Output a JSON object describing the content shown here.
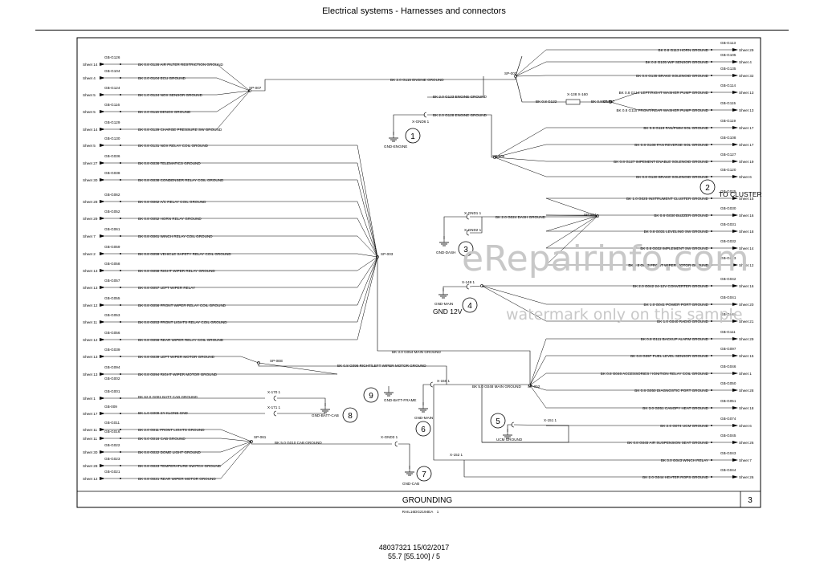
{
  "header": {
    "title": "Electrical systems - Harnesses and connectors"
  },
  "footer": {
    "doc_line": "48037321 15/02/2017",
    "page_line": "55.7 [55.100] / 5",
    "code": "RAIL16DG2194EA",
    "code_page": "1"
  },
  "title_block": {
    "title": "GROUNDING",
    "sheet": "3"
  },
  "watermark": {
    "line1": "eRepairinfo.com",
    "line2": "watermark only on this sample"
  },
  "splices": {
    "sp007": "SP-007",
    "sp002": "SP-002",
    "sp005": "SP-005",
    "sp003": "SP-003",
    "sp004": "SP-004",
    "sp067": "SP-067",
    "sp052": "SP-052",
    "sp0ee": "SP-0EE",
    "sp061": "SP-061"
  },
  "grounds": [
    {
      "num": "1",
      "label": "GND-ENGINE",
      "conn": "X-GND6 1"
    },
    {
      "num": "2",
      "label": "TO CLUSTER",
      "conn": ""
    },
    {
      "num": "3",
      "label": "GND-DASH",
      "conn": "X-GND1 1",
      "conn2": "X-GND2 1"
    },
    {
      "num": "4",
      "label": "GND-MAIN",
      "label2": "GND 12V",
      "conn": "X-149 1"
    },
    {
      "num": "5",
      "label": "UCM GROUND",
      "conn": "X-151 1"
    },
    {
      "num": "6",
      "label": "GND-MAIN",
      "conn": "X-150 1"
    },
    {
      "num": "7",
      "label": "GND-CAB",
      "conn": "X-GND3 1"
    },
    {
      "num": "8",
      "label": "GND-BATT-CAB",
      "conn": "X-170 1",
      "conn2": "X-171 1"
    },
    {
      "num": "9",
      "label": "GND-BATT-FRAME",
      "conn": ""
    }
  ],
  "trunk_labels": {
    "engine": "BK 2.0 G115 ENGINE GROUND",
    "g123": "BK 2.0 G123 ENGINE GROUND",
    "g128": "BK 2.0 G128 ENGINE GROUND",
    "dash": "BK 2.0 G024 DASH GROUND",
    "main054": "BK 3.0 G054 MAIN GROUND",
    "main048": "BK 5.0 G048 MAIN GROUND",
    "cab010": "BK 5.0 G010 CAB GROUND",
    "g096": "BK 0.8 G096 RIGHT/LEFT WIPER MOTOR GROUND",
    "g001": "BK 62.0 G001 BATT CAB GROUND",
    "g009": "BK 1.0 G009 SY-KLONE GND",
    "x138": "X-138 X-160",
    "g122": "BK 0.8 G122",
    "g121": "BK 0.8 G121"
  },
  "left_rows": [
    {
      "sheet": "Sheet 14",
      "conn": "GB-G126",
      "wire": "BK 0.8 G126 AIR FILTER RESTRICTION GROUND"
    },
    {
      "sheet": "Sheet 4",
      "conn": "GB-G104",
      "wire": "BK 2.0 G104 ECU GROUND"
    },
    {
      "sheet": "Sheet 5",
      "conn": "GB-G124",
      "wire": "BK 1.0 G124 NOX SENSOR GROUND"
    },
    {
      "sheet": "Sheet 5",
      "conn": "GB-G116",
      "wire": "BK 2.0 G116 DENOX GROUND"
    },
    {
      "sheet": "Sheet 14",
      "conn": "GB-G129",
      "wire": "BK 0.8 G129 CHARGE PRESSURE SW GROUND"
    },
    {
      "sheet": "Sheet 5",
      "conn": "GB-G130",
      "wire": "BK 0.8 G131 NOX RELAY COIL GROUND"
    },
    {
      "sheet": "Sheet 27",
      "conn": "GB-G036",
      "wire": "BK 0.8 G036 TELEMATICS GROUND"
    },
    {
      "sheet": "Sheet 30",
      "conn": "GB-G038",
      "wire": "BK 0.8 G038 CONDENSER RELAY COIL GROUND"
    },
    {
      "sheet": "Sheet 28",
      "conn": "GB-G062",
      "wire": "BK 0.8 G062 A/C RELAY COIL GROUND"
    },
    {
      "sheet": "Sheet 29",
      "conn": "GB-G052",
      "wire": "BK 0.8 G052 HORN RELAY GROUND"
    },
    {
      "sheet": "Sheet 7",
      "conn": "GB-G061",
      "wire": "BK 0.8 G061 WINCH RELAY COIL GROUND"
    },
    {
      "sheet": "Sheet 2",
      "conn": "GB-G059",
      "wire": "BK 0.8 G059 VEHICLE SAFETY RELAY COIL GROUND"
    },
    {
      "sheet": "Sheet 13",
      "conn": "GB-G058",
      "wire": "BK 0.8 G058 RIGHT WIPER RELAY GROUND"
    },
    {
      "sheet": "Sheet 13",
      "conn": "GB-G057",
      "wire": "BK 0.8 G057 LEFT WIPER RELAY"
    },
    {
      "sheet": "Sheet 12",
      "conn": "GB-G055",
      "wire": "BK 0.8 G056 FRONT WIPER RELAY COIL GROUND"
    },
    {
      "sheet": "Sheet 11",
      "conn": "GB-G053",
      "wire": "BK 0.8 G053 FRONT LIGHTS RELAY COIL GROUND"
    },
    {
      "sheet": "Sheet 12",
      "conn": "GB-G056",
      "wire": "BK 0.8 G056 REAR WIPER RELAY COIL GROUND"
    },
    {
      "sheet": "Sheet 13",
      "conn": "GB-G039",
      "wire": "BK 0.8 G039 LEFT WIPER MOTOR GROUND"
    },
    {
      "sheet": "Sheet 13",
      "conn": "GB-G094",
      "wire": "BK 0.8 G094 RIGHT WIPER MOTOR GROUND"
    },
    {
      "sheet": "Sheet 1",
      "conn": "GB-G001",
      "wire": ""
    },
    {
      "sheet": "Sheet 17",
      "conn": "GB-009",
      "wire": ""
    },
    {
      "sheet": "Sheet 11",
      "conn": "GB-G011",
      "wire": "BK 2.0 G011 FRONT LIGHTS GROUND"
    },
    {
      "sheet": "Sheet 11",
      "conn": "GB-G016",
      "wire": "BK 5.0 G016 CAB GROUND"
    },
    {
      "sheet": "Sheet 30",
      "conn": "GB-G022",
      "wire": "BK 0.8 G022 DOME LIGHT GROUND"
    },
    {
      "sheet": "Sheet 28",
      "conn": "GB-G023",
      "wire": "BK 0.8 G023 TEMPERATURE SWITCH GROUND"
    },
    {
      "sheet": "Sheet 12",
      "conn": "GB-G021",
      "wire": "BK 0.8 G021 REAR WIPER MOTOR GROUND"
    }
  ],
  "left_extra_conn": "GB-G002",
  "right_rows": [
    {
      "sheet": "Sheet 29",
      "conn": "GB-G113",
      "wire": "BK 0.8 G113 HORN GROUND"
    },
    {
      "sheet": "Sheet 4",
      "conn": "GB-G105",
      "wire": "BK 0.8 G105 WIF SENSOR GROUND"
    },
    {
      "sheet": "Sheet 32",
      "conn": "GB-G135",
      "wire": "BK 0.8 G135 BRAKE SOLENOID GROUND"
    },
    {
      "sheet": "Sheet 13",
      "conn": "GB-G114",
      "wire": "BK 0.8 G114 LEFT/RIGHT WASHER PUMP GROUND"
    },
    {
      "sheet": "Sheet 13",
      "conn": "GB-G115",
      "wire": "BK 0.8 G115 FRONT/REAR WASHER PUMP GROUND"
    },
    {
      "sheet": "Sheet 17",
      "conn": "GB-G119",
      "wire": "BK 0.8 G119 FAN/PWM SOL GROUND"
    },
    {
      "sheet": "Sheet 17",
      "conn": "GB-G108",
      "wire": "BK 0.8 G108 FAN REVERSE SOL GROUND"
    },
    {
      "sheet": "Sheet 19",
      "conn": "GB-G127",
      "wire": "BK 0.8 G127 IMPEMENT ENABLE SOLENOID GROUND"
    },
    {
      "sheet": "Sheet 6",
      "conn": "GB-G120",
      "wire": "BK 0.8 G120 BRAKE SOLENOID GROUND"
    },
    {
      "sheet": "Sheet 15",
      "conn": "GB-G025",
      "wire": "BK 1.0 G025 INSTRUMENT CLUSTER GROUND"
    },
    {
      "sheet": "Sheet 16",
      "conn": "GB-G030",
      "wire": "BK 0.8 G030 BUZZER GROUND"
    },
    {
      "sheet": "Sheet 18",
      "conn": "GB-G031",
      "wire": "BK 0.8 G031 LEVELING SW GROUND"
    },
    {
      "sheet": "Sheet 14",
      "conn": "GB-G032",
      "wire": "BK 0.8 G032 IMPLEMENT SW GROUND"
    },
    {
      "sheet": "Sheet 12",
      "conn": "GB-G033",
      "wire": "BK 0.8 G033 FRONT WIPER MOTOR GROUND"
    },
    {
      "sheet": "Sheet 16",
      "conn": "GB-G042",
      "wire": "BK 2.0 G042 24-12V CONVERTER GROUND"
    },
    {
      "sheet": "Sheet 20",
      "conn": "GB-G041",
      "wire": "BK 1.0 G041 POWER PORT GROUND"
    },
    {
      "sheet": "Sheet 21",
      "conn": "GB-G040",
      "wire": "BK 1.0 G040 RADIO GROUND"
    },
    {
      "sheet": "Sheet 29",
      "conn": "GB-G111",
      "wire": "BK 0.8 G111 BACKUP ALARM GROUND"
    },
    {
      "sheet": "Sheet 15",
      "conn": "GB-G097",
      "wire": "BK 0.8 G097 FUEL LEVEL SENSOR GROUND"
    },
    {
      "sheet": "Sheet 1",
      "conn": "GB-G046",
      "wire": "BK 0.8 G046 ACCESSORIES / IGNITION RELAY COIL GROUND"
    },
    {
      "sheet": "Sheet 28",
      "conn": "GB-G050",
      "wire": "BK 0.8 G050 DIAGNOSTIC PORT GROUND"
    },
    {
      "sheet": "Sheet 18",
      "conn": "GB-G051",
      "wire": "BK 3.0 G051 CANOPY HEAT GROUND"
    },
    {
      "sheet": "Sheet 6",
      "conn": "GB-G074",
      "wire": "BK 2.0 G074 UCM GROUND"
    },
    {
      "sheet": "Sheet 26",
      "conn": "GB-G045",
      "wire": "BK 0.8 G045 AIR SUSPENSION SEAT GROUND"
    },
    {
      "sheet": "Sheet 7",
      "conn": "GB-G043",
      "wire": "BK 3.0 G043 WINCH RELAY"
    },
    {
      "sheet": "Sheet 26",
      "conn": "GB-G044",
      "wire": "BK 2.0 G044 HEATER ROPS GROUND"
    }
  ]
}
